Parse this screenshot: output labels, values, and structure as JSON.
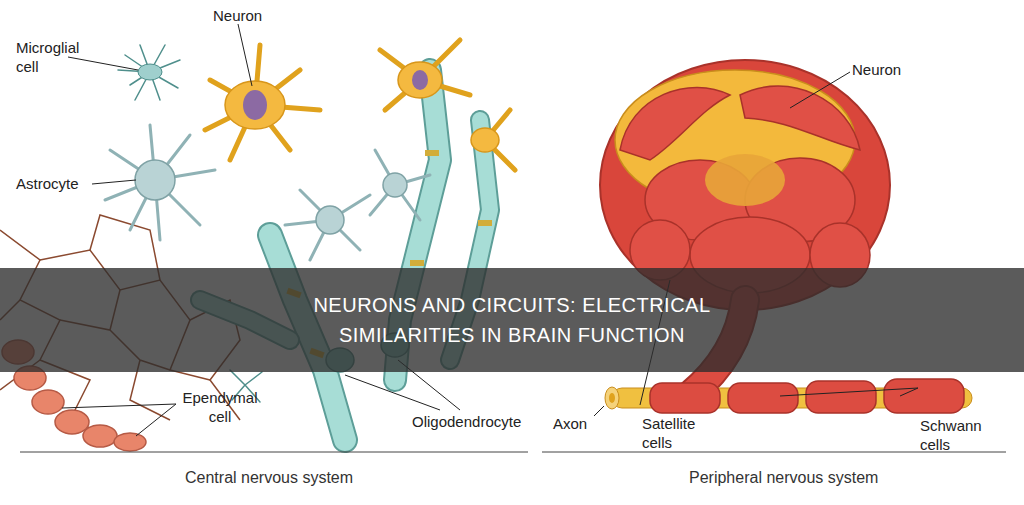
{
  "diagram": {
    "title": "NEURONS AND CIRCUITS: ELECTRICAL SIMILARITIES IN BRAIN FUNCTION",
    "labels": [
      "Neuron",
      "Microglial cell",
      "Astrocyte",
      "Ependymal cell",
      "Oligodendrocyte",
      "Central nervous system",
      "Neuron",
      "Satellite cells",
      "Schwann cells",
      "Axon",
      "Peripheral nervous system"
    ]
  }
}
